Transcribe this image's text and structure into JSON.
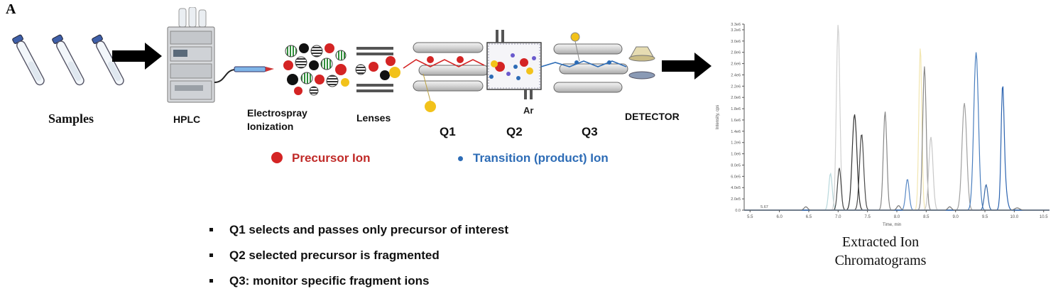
{
  "panel_letter": "A",
  "labels": {
    "samples": "Samples",
    "hplc": "HPLC",
    "esi": [
      "Electrospray",
      "Ionization"
    ],
    "lenses": "Lenses",
    "q1": "Q1",
    "q2": "Q2",
    "q3": "Q3",
    "ar": "Ar",
    "detector": "DETECTOR",
    "xic_title": [
      "Extracted Ion",
      "Chromatograms"
    ]
  },
  "legend": {
    "precursor": "Precursor Ion",
    "product": "Transition (product) Ion"
  },
  "bullets": [
    "Q1 selects and passes only precursor of interest",
    "Q2 selected precursor is fragmented",
    "Q3: monitor specific fragment ions"
  ],
  "colors": {
    "precursor": "#d42424",
    "product": "#2d6cb6",
    "fragment_yellow": "#f2c21a",
    "arrow": "#000000"
  },
  "chart_data": {
    "type": "line",
    "title": "",
    "xlabel": "Time, min",
    "ylabel": "Intensity, cps",
    "xlim": [
      5.4,
      10.6
    ],
    "ylim": [
      0,
      3300000.0
    ],
    "x_ticks": [
      "5.5",
      "6.0",
      "6.5",
      "7.0",
      "7.5",
      "8.0",
      "8.5",
      "9.0",
      "9.5",
      "10.0",
      "10.5"
    ],
    "y_ticks": [
      "0.0",
      "2.0e5",
      "4.0e5",
      "6.0e5",
      "8.0e5",
      "1.0e6",
      "1.2e6",
      "1.4e6",
      "1.6e6",
      "1.8e6",
      "2.0e6",
      "2.2e6",
      "2.4e6",
      "2.6e6",
      "2.8e6",
      "3.0e6",
      "3.2e6",
      "3.3e6"
    ],
    "annotation": "5.67",
    "series": [
      {
        "peaks": [
          [
            6.87,
            650000.0,
            0.03
          ]
        ],
        "color": "#b8d8dc"
      },
      {
        "peaks": [
          [
            7.0,
            3300000.0,
            0.03
          ]
        ],
        "color": "#d0d0d0"
      },
      {
        "peaks": [
          [
            7.02,
            750000.0,
            0.03
          ],
          [
            7.4,
            1350000.0,
            0.035
          ]
        ],
        "color": "#4a4a4a"
      },
      {
        "peaks": [
          [
            7.28,
            1700000.0,
            0.04
          ]
        ],
        "color": "#333333"
      },
      {
        "peaks": [
          [
            7.8,
            1750000.0,
            0.03
          ]
        ],
        "color": "#888888"
      },
      {
        "peaks": [
          [
            8.18,
            550000.0,
            0.03
          ]
        ],
        "color": "#5a8ac6"
      },
      {
        "peaks": [
          [
            8.4,
            2900000.0,
            0.025
          ]
        ],
        "color": "#f2e6b0"
      },
      {
        "peaks": [
          [
            8.47,
            2550000.0,
            0.03
          ]
        ],
        "color": "#8a8a8a"
      },
      {
        "peaks": [
          [
            8.58,
            1300000.0,
            0.035
          ]
        ],
        "color": "#c8c8c8"
      },
      {
        "peaks": [
          [
            9.15,
            1900000.0,
            0.04
          ]
        ],
        "color": "#a0a0a0"
      },
      {
        "peaks": [
          [
            9.35,
            2800000.0,
            0.04
          ]
        ],
        "color": "#4a7fbf"
      },
      {
        "peaks": [
          [
            9.52,
            450000.0,
            0.03
          ]
        ],
        "color": "#3a6aa8"
      },
      {
        "peaks": [
          [
            9.8,
            1850000.0,
            0.025
          ],
          [
            9.83,
            500000.0,
            0.04
          ]
        ],
        "color": "#2d64b0"
      },
      {
        "peaks": [
          [
            6.45,
            60000.0,
            0.03
          ],
          [
            8.03,
            80000.0,
            0.03
          ],
          [
            8.9,
            60000.0,
            0.03
          ],
          [
            10.05,
            40000.0,
            0.04
          ]
        ],
        "color": "#777777"
      }
    ]
  }
}
